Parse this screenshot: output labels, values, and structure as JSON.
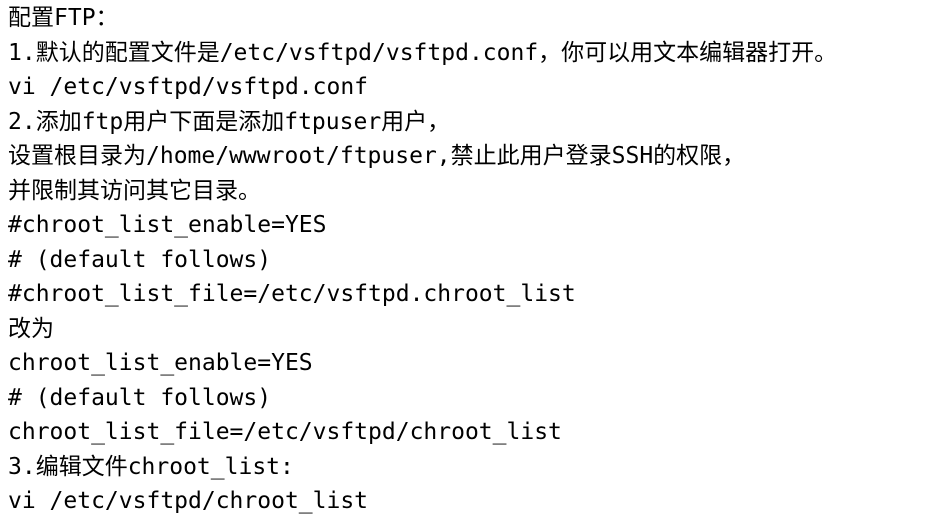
{
  "document": {
    "type": "plain-text-notes",
    "topic": "vsftpd FTP configuration notes",
    "colors": {
      "background": "#ffffff",
      "text": "#000000"
    },
    "lines": [
      "配置FTP：",
      "1.默认的配置文件是/etc/vsftpd/vsftpd.conf，你可以用文本编辑器打开。",
      "vi /etc/vsftpd/vsftpd.conf",
      "2.添加ftp用户下面是添加ftpuser用户，",
      "设置根目录为/home/wwwroot/ftpuser,禁止此用户登录SSH的权限，",
      "并限制其访问其它目录。",
      "#chroot_list_enable=YES",
      "# (default follows)",
      "#chroot_list_file=/etc/vsftpd.chroot_list",
      "改为",
      "chroot_list_enable=YES",
      "# (default follows)",
      "chroot_list_file=/etc/vsftpd/chroot_list",
      "3.编辑文件chroot_list:",
      "vi /etc/vsftpd/chroot_list"
    ]
  }
}
